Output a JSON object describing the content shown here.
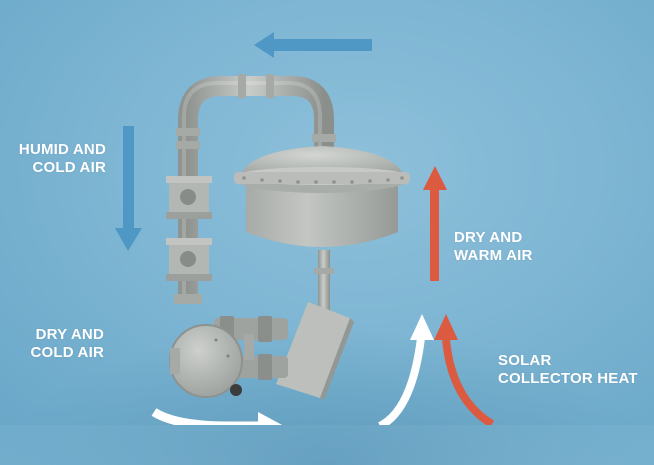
{
  "labels": {
    "humid_cold_air": "HUMID AND\nCOLD AIR",
    "dry_cold_air": "DRY AND\nCOLD AIR",
    "dry_warm_air": "DRY AND\nWARM AIR",
    "solar_collector_heat": "SOLAR\nCOLLECTOR HEAT"
  },
  "colors": {
    "background": "#7bb4d2",
    "blue_arrow": "#4f97c4",
    "red_arrow": "#dc5a40",
    "white_arrow": "#ffffff",
    "machine_gray": "#b4b8b5"
  }
}
